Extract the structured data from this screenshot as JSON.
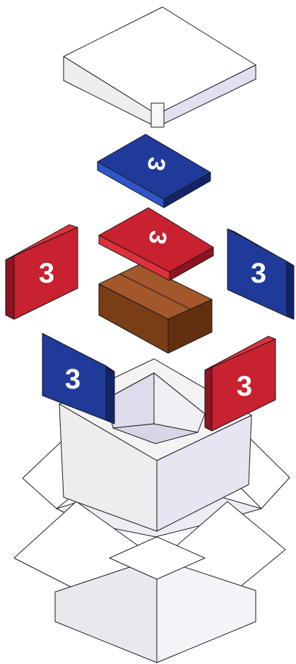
{
  "packs": {
    "top_blue_label": "3",
    "top_red_label": "3",
    "left_red_label": "3",
    "right_blue_label": "3",
    "lower_left_blue_label": "3",
    "lower_right_red_label": "3"
  },
  "colors": {
    "pack_red": "#c8212f",
    "pack_red_dark": "#8e1420",
    "pack_red_edge": "#e0303c",
    "pack_blue": "#1f3a99",
    "pack_blue_dark": "#122469",
    "pack_blue_edge": "#2d56c9",
    "cardboard_top": "#a2582a",
    "cardboard_side": "#7a3e17",
    "cardboard_front": "#63300f",
    "foam_light": "#f3f3f3",
    "foam_mid": "#e6e6ef",
    "foam_shade": "#dcdcec",
    "outer_box": "#ffffff",
    "outer_box_shade": "#e9e9f3"
  }
}
